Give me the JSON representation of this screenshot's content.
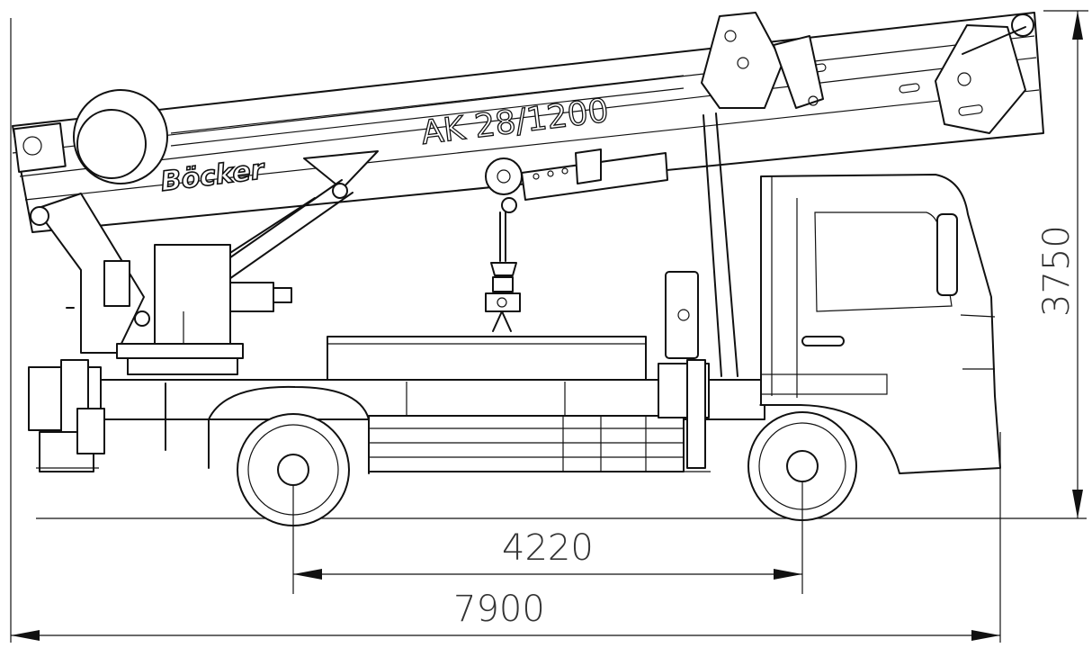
{
  "drawing": {
    "model_label": "AK 28/1200",
    "brand_label": "Böcker",
    "dimensions": {
      "wheelbase": "4220",
      "overall_length": "7900",
      "overall_height": "3750"
    },
    "line_color": "#111111",
    "background_color": "#ffffff"
  }
}
